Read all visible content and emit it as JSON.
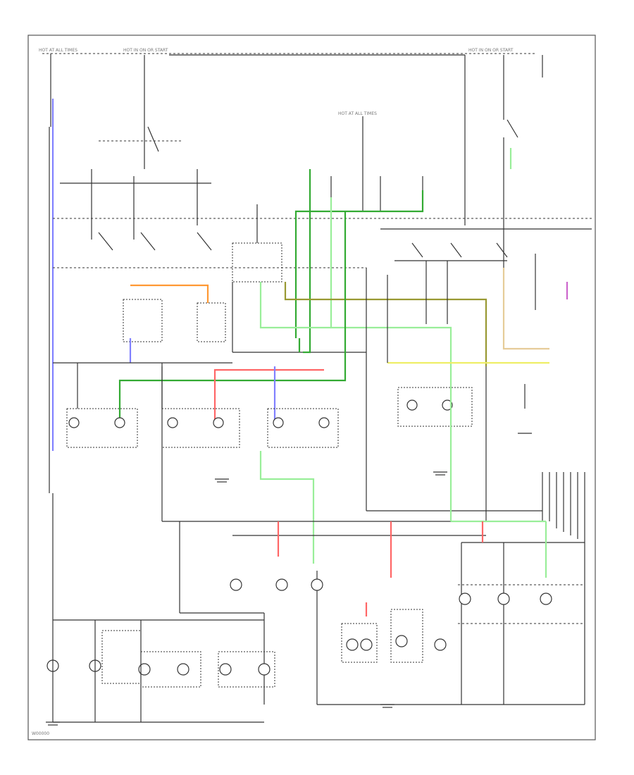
{
  "diagram": {
    "wire_colors": {
      "blue": "#8080ff",
      "orange": "#ff9933",
      "green": "#33aa33",
      "light_green": "#99ee99",
      "yellow": "#eeee66",
      "pink": "#ff6666",
      "violet": "#cc66cc",
      "olive": "#999933",
      "tan": "#e6cc99",
      "line": "#333333"
    },
    "labels": {
      "fuse_top_left": "HOT AT ALL TIMES",
      "fuse_top_mid": "HOT IN ON OR START",
      "fuse_top_right": "HOT IN ON OR START",
      "fuse_mid": "HOT AT ALL TIMES",
      "footer_code": "W00000"
    }
  }
}
